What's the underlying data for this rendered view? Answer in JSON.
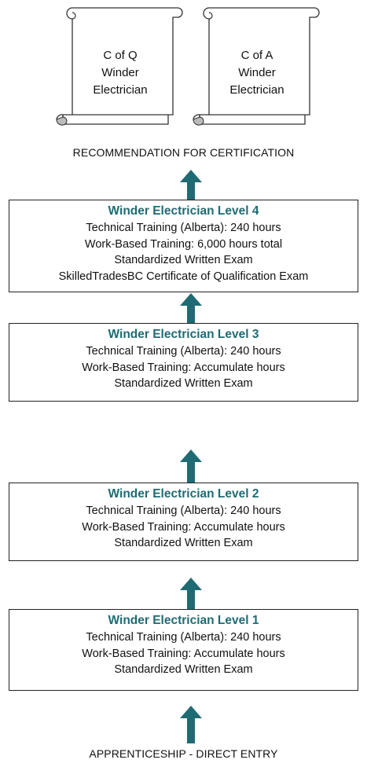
{
  "certificates": [
    {
      "line1": "C of Q",
      "line2": "Winder",
      "line3": "Electrician"
    },
    {
      "line1": "C of A",
      "line2": "Winder",
      "line3": "Electrician"
    }
  ],
  "top_caption": "RECOMMENDATION FOR CERTIFICATION",
  "bottom_caption": "APPRENTICESHIP - DIRECT ENTRY",
  "levels": [
    {
      "title": "Winder Electrician Level 4",
      "lines": [
        "Technical Training (Alberta): 240 hours",
        "Work-Based Training:  6,000 hours total",
        "Standardized Written Exam",
        "SkilledTradesBC Certificate of Qualification Exam"
      ]
    },
    {
      "title": "Winder Electrician Level 3",
      "lines": [
        "Technical Training (Alberta): 240 hours",
        "Work-Based Training: Accumulate hours",
        "Standardized Written Exam"
      ]
    },
    {
      "title": "Winder Electrician Level 2",
      "lines": [
        "Technical Training (Alberta): 240 hours",
        "Work-Based Training: Accumulate hours",
        "Standardized Written Exam"
      ]
    },
    {
      "title": "Winder Electrician Level 1",
      "lines": [
        "Technical Training (Alberta):  240 hours",
        "Work-Based Training: Accumulate hours",
        "Standardized Written Exam"
      ]
    }
  ],
  "colors": {
    "accent": "#1f6b73",
    "arrow": "#1f6b73",
    "border": "#222222"
  }
}
